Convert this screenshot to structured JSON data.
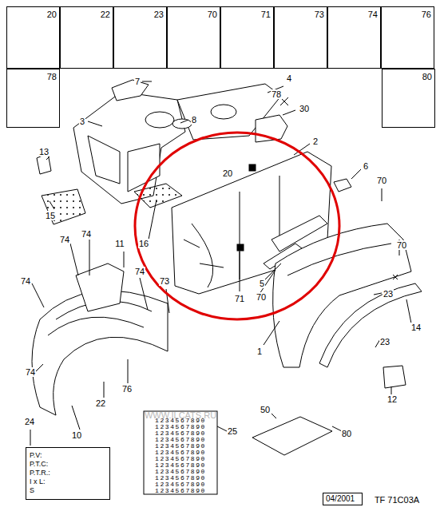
{
  "diagram": {
    "nodes": [
      {
        "text": [
          "20"
        ]
      },
      {
        "text": [
          "22"
        ]
      },
      {
        "text": [
          "23"
        ]
      },
      {
        "text": [
          "70"
        ]
      },
      {
        "text": [
          "71"
        ]
      },
      {
        "text": [
          "73"
        ]
      },
      {
        "text": [
          "74"
        ]
      },
      {
        "text": [
          "76"
        ]
      },
      {
        "text": [
          "78"
        ]
      },
      {
        "text": [
          "80"
        ]
      },
      {
        "text": [
          "P.V:",
          "P.T.C:",
          "P.T.R.:",
          "I x L:",
          "S"
        ]
      },
      {
        "text": [
          "04/2001"
        ]
      }
    ],
    "labels": [
      "7",
      "4",
      "8",
      "3",
      "78",
      "30",
      "2",
      "13",
      "6",
      "20",
      "70",
      "15",
      "16",
      "74",
      "74",
      "11",
      "70",
      "74",
      "74",
      "73",
      "71",
      "5",
      "70",
      "23",
      "1",
      "23",
      "14",
      "74",
      "22",
      "76",
      "10",
      "12",
      "24",
      "50",
      "80",
      "25",
      "TF 71C03A",
      "WWW.ILCATS.RU",
      "1234567890",
      "1234567890",
      "1234567890",
      "1234567890",
      "1234567890",
      "1234567890",
      "1234567890",
      "1234567890",
      "1234567890",
      "1234567890",
      "1234567890",
      "1234567890"
    ]
  }
}
